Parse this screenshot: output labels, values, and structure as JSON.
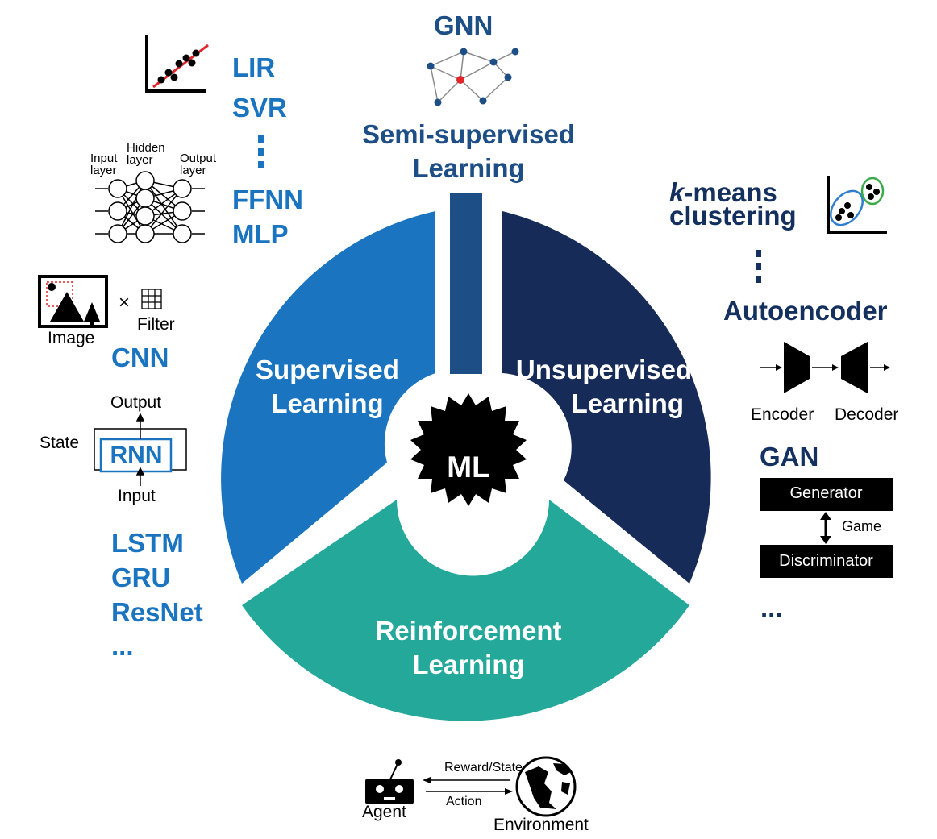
{
  "center": {
    "label": "ML"
  },
  "segments": {
    "supervised": {
      "line1": "Supervised",
      "line2": "Learning",
      "color": "#1a74c0"
    },
    "unsupervised": {
      "line1": "Unsupervised",
      "line2": "Learning",
      "color": "#172b58"
    },
    "reinforcement": {
      "line1": "Reinforcement",
      "line2": "Learning",
      "color": "#23a899"
    },
    "semi": {
      "line1": "Semi-supervised",
      "line2": "Learning",
      "color": "#1d4f86"
    }
  },
  "semi_methods": {
    "gnn": "GNN"
  },
  "supervised_methods": {
    "lir": "LIR",
    "svr": "SVR",
    "ffnn": "FFNN",
    "mlp": "MLP",
    "cnn": "CNN",
    "lstm": "LSTM",
    "gru": "GRU",
    "resnet": "ResNet",
    "more": "..."
  },
  "nn_diagram": {
    "input": [
      "Input",
      "layer"
    ],
    "hidden": [
      "Hidden",
      "layer"
    ],
    "output": [
      "Output",
      "layer"
    ]
  },
  "cnn_diagram": {
    "image": "Image",
    "times": "×",
    "filter": "Filter"
  },
  "rnn_diagram": {
    "label": "RNN",
    "output": "Output",
    "state": "State",
    "input": "Input"
  },
  "unsupervised_methods": {
    "kmeans_k": "k",
    "kmeans_rest": "-means",
    "clustering": "clustering",
    "autoencoder": "Autoencoder",
    "gan": "GAN",
    "more": "..."
  },
  "autoencoder_diagram": {
    "encoder": "Encoder",
    "decoder": "Decoder"
  },
  "gan_diagram": {
    "generator": "Generator",
    "game": "Game",
    "discriminator": "Discriminator"
  },
  "rl_diagram": {
    "agent": "Agent",
    "reward_state": "Reward/State",
    "action": "Action",
    "environment": "Environment"
  },
  "colors": {
    "blue_text": "#1a74c0",
    "navy_text": "#14305e",
    "semi_text": "#1d4f86",
    "black": "#000000",
    "red": "#e0262b",
    "green": "#3bab4a"
  }
}
